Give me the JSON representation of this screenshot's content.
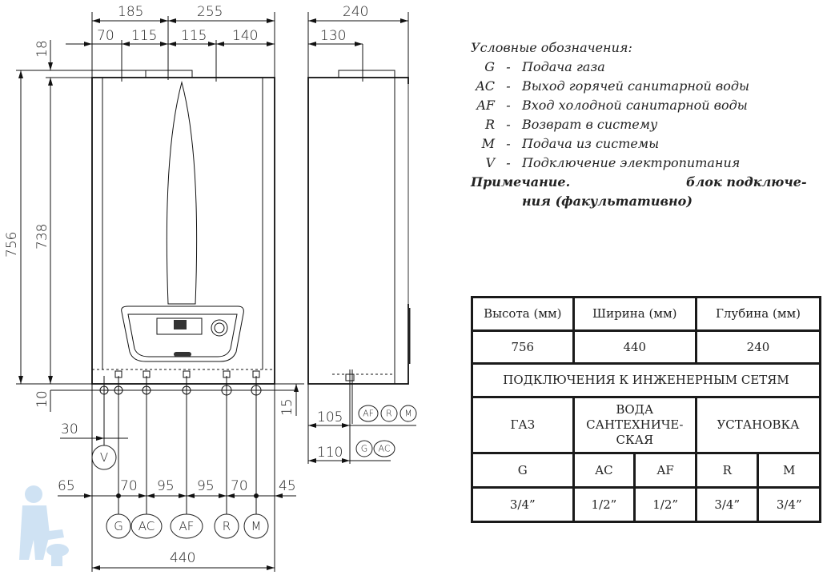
{
  "drawing": {
    "dims_top": {
      "d185": "185",
      "d255": "255",
      "d70": "70",
      "d115a": "115",
      "d115b": "115",
      "d140": "140",
      "d240": "240",
      "d130": "130"
    },
    "dims_left": {
      "d18": "18",
      "d756": "756",
      "d738": "738",
      "d10": "10",
      "d15": "15"
    },
    "dims_bottom": {
      "d30": "30",
      "d65": "65",
      "d70a": "70",
      "d95a": "95",
      "d95b": "95",
      "d70b": "70",
      "d45": "45",
      "d440": "440"
    },
    "dims_side": {
      "d105": "105",
      "d110": "110"
    },
    "connections": [
      "G",
      "AC",
      "AF",
      "R",
      "M"
    ],
    "power": "V",
    "side_group_1": [
      "AF",
      "R",
      "M"
    ],
    "side_group_2": [
      "G",
      "AC"
    ]
  },
  "legend": {
    "title": "Условные обозначения:",
    "items": [
      {
        "code": "G",
        "desc": "Подача газа"
      },
      {
        "code": "AC",
        "desc": "Выход горячей санитарной воды"
      },
      {
        "code": "AF",
        "desc": "Вход холодной санитарной воды"
      },
      {
        "code": "R",
        "desc": "Возврат в систему"
      },
      {
        "code": "M",
        "desc": "Подача из системы"
      },
      {
        "code": "V",
        "desc": "Подключение электропитания"
      }
    ],
    "dash": "-",
    "note_label": "Примечание.",
    "note_text_1": "блок подключе-",
    "note_text_2": "ния (факультативно)"
  },
  "table": {
    "headers": [
      "Высота (мм)",
      "Ширина (мм)",
      "Глубина (мм)"
    ],
    "values": [
      "756",
      "440",
      "240"
    ],
    "section": "ПОДКЛЮЧЕНИЯ К ИНЖЕНЕРНЫМ СЕТЯМ",
    "groups": [
      "ГАЗ",
      "ВОДА САНТЕХНИЧЕ-СКАЯ",
      "УСТАНОВКА"
    ],
    "codes": [
      "G",
      "AC",
      "AF",
      "R",
      "M"
    ],
    "sizes": [
      "3/4”",
      "1/2”",
      "1/2”",
      "3/4”",
      "3/4”"
    ]
  }
}
